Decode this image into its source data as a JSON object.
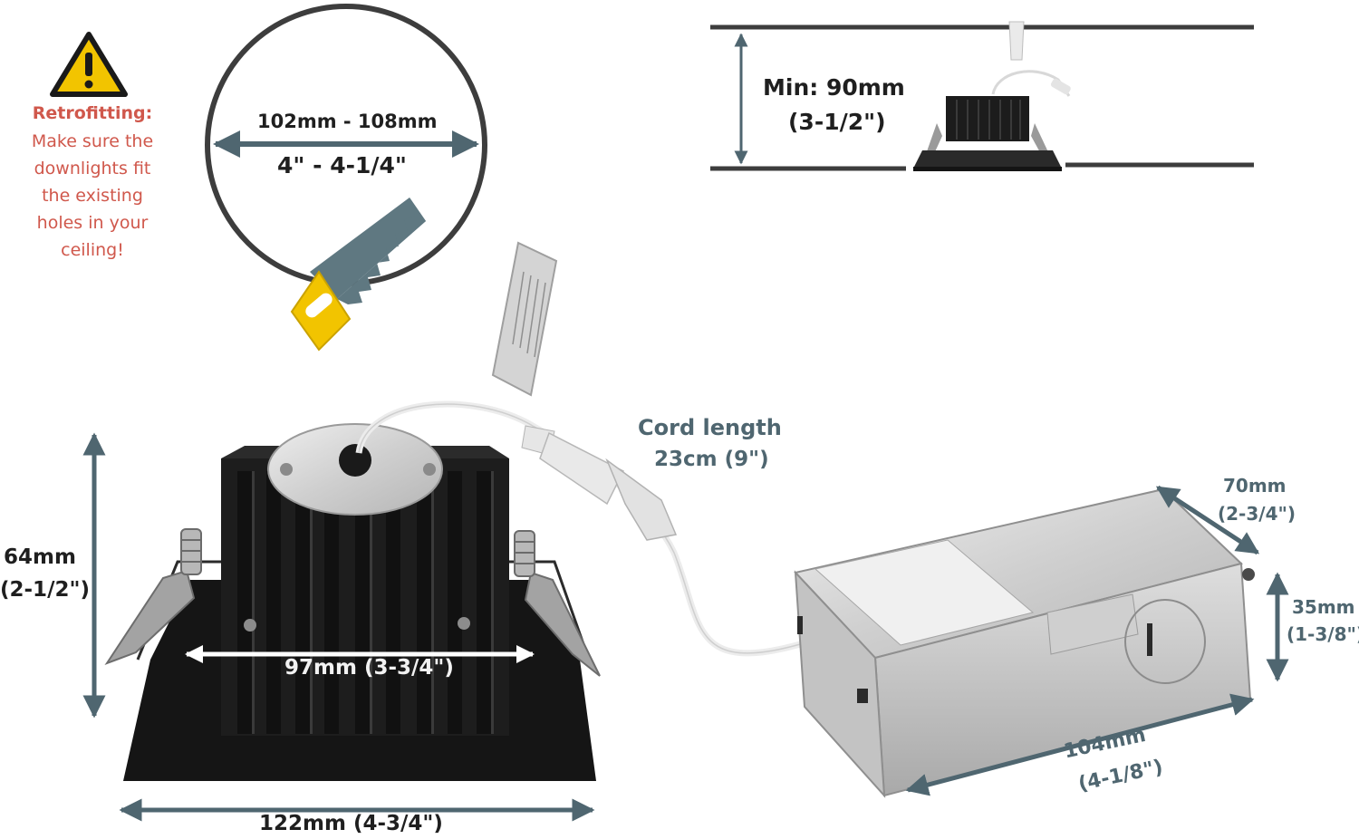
{
  "warning": {
    "title": "Retrofitting:",
    "lines": [
      "Make sure the",
      "downlights fit",
      "the existing",
      "holes in your",
      "ceiling!"
    ]
  },
  "cutout": {
    "metric": "102mm - 108mm",
    "imperial": "4\" -  4-1/4\""
  },
  "clearance": {
    "metric": "Min: 90mm",
    "imperial": "(3-1/2\")"
  },
  "cord": {
    "line1": "Cord length",
    "line2": "23cm (9\")"
  },
  "downlight": {
    "height_metric": "64mm",
    "height_imperial": "(2-1/2\")",
    "inner_width": "97mm (3-3/4\")",
    "outer_width": "122mm (4-3/4\")"
  },
  "junction_box": {
    "depth_metric": "70mm",
    "depth_imperial": "(2-3/4\")",
    "height_metric": "35mm",
    "height_imperial": "(1-3/8\")",
    "length_metric": "104mm",
    "length_imperial": "(4-1/8\")"
  },
  "colors": {
    "dimension": "#4f6670",
    "warning": "#d0584c",
    "warning_sign": "#f2c400",
    "saw_blade": "#5f7881",
    "fixture": "#161616"
  },
  "icons": [
    "warning-icon",
    "saw-icon"
  ]
}
